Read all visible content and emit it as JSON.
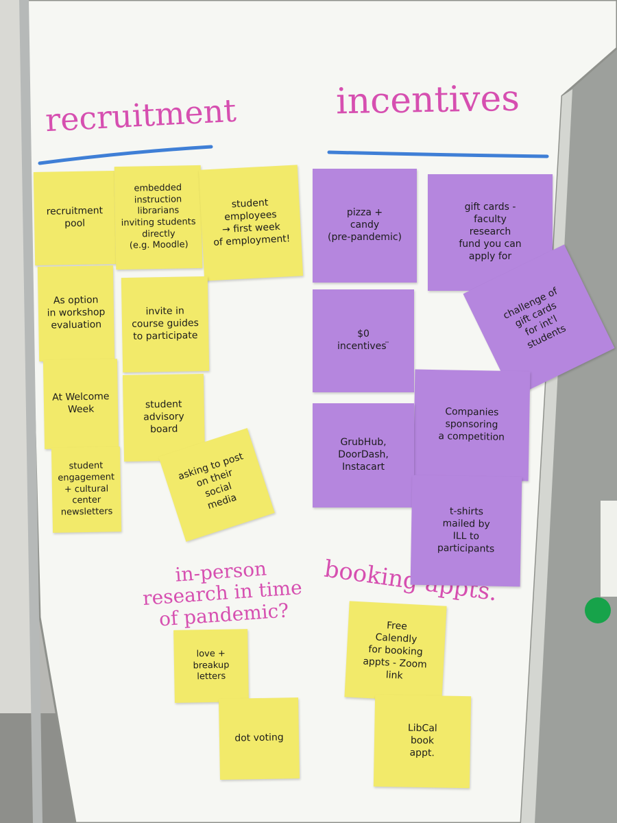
{
  "board": {
    "headings": {
      "recruitment": "recruitment",
      "incentives": "incentives",
      "in_person": "in-person\nresearch in time\nof pandemic?",
      "booking": "booking appts."
    },
    "colors": {
      "marker_pink": "#d64fb0",
      "marker_blue": "#3f7fd6",
      "sticky_yellow": "#f2ea6a",
      "sticky_purple": "#b586de",
      "magnet_green": "#17a34a"
    },
    "recruitment_notes": [
      "recruitment\npool",
      "embedded\ninstruction\nlibrarians\ninviting students\ndirectly\n(e.g. Moodle)",
      "student\nemployees\n→ first week\nof employment!",
      "As option\nin workshop\nevaluation",
      "invite in\ncourse guides\nto participate",
      "At Welcome\nWeek",
      "student\nadvisory\nboard",
      "student\nengagement\n+ cultural center\nnewsletters",
      "asking to post\non their\nsocial\nmedia"
    ],
    "incentive_notes": [
      "pizza +\ncandy\n(pre-pandemic)",
      "gift cards -\nfaculty\nresearch\nfund you can\napply for",
      "$0\nincentives ̈",
      "challenge of\ngift cards\nfor int'l\nstudents",
      "Companies\nsponsoring\na competition",
      "GrubHub,\nDoorDash,\nInstacart",
      "t-shirts\nmailed by\nILL to\nparticipants"
    ],
    "in_person_notes": [
      "love + breakup\nletters",
      "dot voting"
    ],
    "booking_notes": [
      "Free\nCalendly\nfor booking\nappts - Zoom\nlink",
      "LibCal\nbook\nappt."
    ]
  }
}
